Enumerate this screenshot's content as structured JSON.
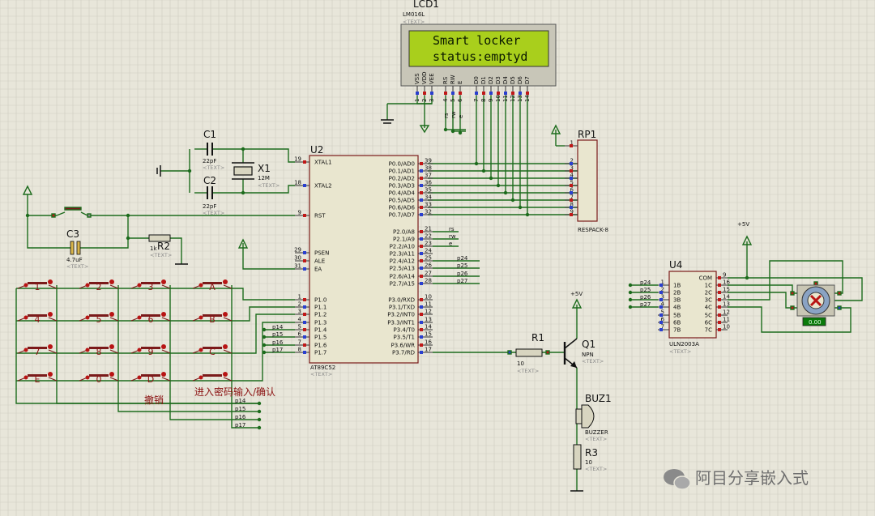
{
  "lcd": {
    "ref": "LCD1",
    "model": "LM016L",
    "placeholder": "<TEXT>",
    "line1": "Smart locker",
    "line2": "status:emptyd",
    "pins": [
      "VSS",
      "VDD",
      "VEE",
      "RS",
      "RW",
      "E",
      "D0",
      "D1",
      "D2",
      "D3",
      "D4",
      "D5",
      "D6",
      "D7"
    ],
    "pin_nums": [
      "1",
      "2",
      "3",
      "4",
      "5",
      "6",
      "7",
      "8",
      "9",
      "10",
      "11",
      "12",
      "13",
      "14"
    ],
    "sig": [
      "rs",
      "rw",
      "e"
    ]
  },
  "mcu": {
    "ref": "U2",
    "model": "AT89C52",
    "placeholder": "<TEXT>",
    "left": [
      {
        "num": "19",
        "name": "XTAL1"
      },
      {
        "num": "18",
        "name": "XTAL2"
      },
      {
        "num": "9",
        "name": "RST"
      },
      {
        "num": "29",
        "name": "PSEN"
      },
      {
        "num": "30",
        "name": "ALE"
      },
      {
        "num": "31",
        "name": "EA"
      },
      {
        "num": "1",
        "name": "P1.0"
      },
      {
        "num": "2",
        "name": "P1.1"
      },
      {
        "num": "3",
        "name": "P1.2"
      },
      {
        "num": "4",
        "name": "P1.3"
      },
      {
        "num": "5",
        "name": "P1.4"
      },
      {
        "num": "6",
        "name": "P1.5"
      },
      {
        "num": "7",
        "name": "P1.6"
      },
      {
        "num": "8",
        "name": "P1.7"
      }
    ],
    "p0": [
      {
        "num": "39",
        "name": "P0.0/AD0"
      },
      {
        "num": "38",
        "name": "P0.1/AD1"
      },
      {
        "num": "37",
        "name": "P0.2/AD2"
      },
      {
        "num": "36",
        "name": "P0.3/AD3"
      },
      {
        "num": "35",
        "name": "P0.4/AD4"
      },
      {
        "num": "34",
        "name": "P0.5/AD5"
      },
      {
        "num": "33",
        "name": "P0.6/AD6"
      },
      {
        "num": "32",
        "name": "P0.7/AD7"
      }
    ],
    "p2": [
      {
        "num": "21",
        "name": "P2.0/A8"
      },
      {
        "num": "22",
        "name": "P2.1/A9"
      },
      {
        "num": "23",
        "name": "P2.2/A10"
      },
      {
        "num": "24",
        "name": "P2.3/A11"
      },
      {
        "num": "25",
        "name": "P2.4/A12"
      },
      {
        "num": "26",
        "name": "P2.5/A13"
      },
      {
        "num": "27",
        "name": "P2.6/A14"
      },
      {
        "num": "28",
        "name": "P2.7/A15"
      }
    ],
    "p3": [
      {
        "num": "10",
        "name": "P3.0/RXD"
      },
      {
        "num": "11",
        "name": "P3.1/TXD"
      },
      {
        "num": "12",
        "name": "P3.2/INT0"
      },
      {
        "num": "13",
        "name": "P3.3/INT1"
      },
      {
        "num": "14",
        "name": "P3.4/T0"
      },
      {
        "num": "15",
        "name": "P3.5/T1"
      },
      {
        "num": "16",
        "name": "P3.6/WR"
      },
      {
        "num": "17",
        "name": "P3.7/RD"
      }
    ],
    "p2_sig": [
      "rs",
      "rw",
      "e",
      "",
      "p24",
      "p25",
      "p26",
      "p27"
    ],
    "p1_sig": [
      "p14",
      "p15",
      "p16",
      "p17"
    ]
  },
  "c1": {
    "ref": "C1",
    "value": "22pF",
    "placeholder": "<TEXT>"
  },
  "c2": {
    "ref": "C2",
    "value": "22pF",
    "placeholder": "<TEXT>"
  },
  "x1": {
    "ref": "X1",
    "value": "12M",
    "placeholder": "<TEXT>"
  },
  "c3": {
    "ref": "C3",
    "value": "4.7uF",
    "placeholder": "<TEXT>"
  },
  "r2": {
    "ref": "R2",
    "value": "1k",
    "placeholder": "<TEXT>"
  },
  "rp1": {
    "ref": "RP1",
    "model": "RESPACK-8",
    "pins": [
      "1",
      "2",
      "3",
      "4",
      "5",
      "6",
      "7",
      "8",
      "9"
    ]
  },
  "r1": {
    "ref": "R1",
    "value": "10",
    "placeholder": "<TEXT>"
  },
  "q1": {
    "ref": "Q1",
    "type": "NPN",
    "placeholder": "<TEXT>",
    "supply": "+5V"
  },
  "buz": {
    "ref": "BUZ1",
    "model": "BUZZER",
    "placeholder": "<TEXT>"
  },
  "r3": {
    "ref": "R3",
    "value": "10",
    "placeholder": "<TEXT>"
  },
  "uln": {
    "ref": "U4",
    "model": "ULN2003A",
    "placeholder": "<TEXT>",
    "supply": "+5V",
    "left": [
      {
        "num": "1",
        "name": "1B"
      },
      {
        "num": "2",
        "name": "2B"
      },
      {
        "num": "3",
        "name": "3B"
      },
      {
        "num": "4",
        "name": "4B"
      },
      {
        "num": "5",
        "name": "5B"
      },
      {
        "num": "6",
        "name": "6B"
      },
      {
        "num": "7",
        "name": "7B"
      }
    ],
    "right": [
      {
        "num": "9",
        "name": "COM"
      },
      {
        "num": "16",
        "name": "1C"
      },
      {
        "num": "15",
        "name": "2C"
      },
      {
        "num": "14",
        "name": "3C"
      },
      {
        "num": "13",
        "name": "4C"
      },
      {
        "num": "12",
        "name": "5C"
      },
      {
        "num": "11",
        "name": "6C"
      },
      {
        "num": "10",
        "name": "7C"
      }
    ],
    "in_sig": [
      "p24",
      "p25",
      "p26",
      "p27"
    ]
  },
  "motor": {
    "readout": "0.00"
  },
  "keypad": {
    "keys": [
      "1",
      "2",
      "3",
      "A",
      "4",
      "5",
      "6",
      "B",
      "7",
      "8",
      "9",
      "C",
      "E",
      "0",
      "D",
      ""
    ],
    "label_cancel": "撤销",
    "label_enter": "进入密码输入/确认",
    "bus": [
      "p14",
      "p15",
      "p16",
      "p17"
    ]
  },
  "watermark": {
    "text": "阿目分享嵌入式"
  }
}
